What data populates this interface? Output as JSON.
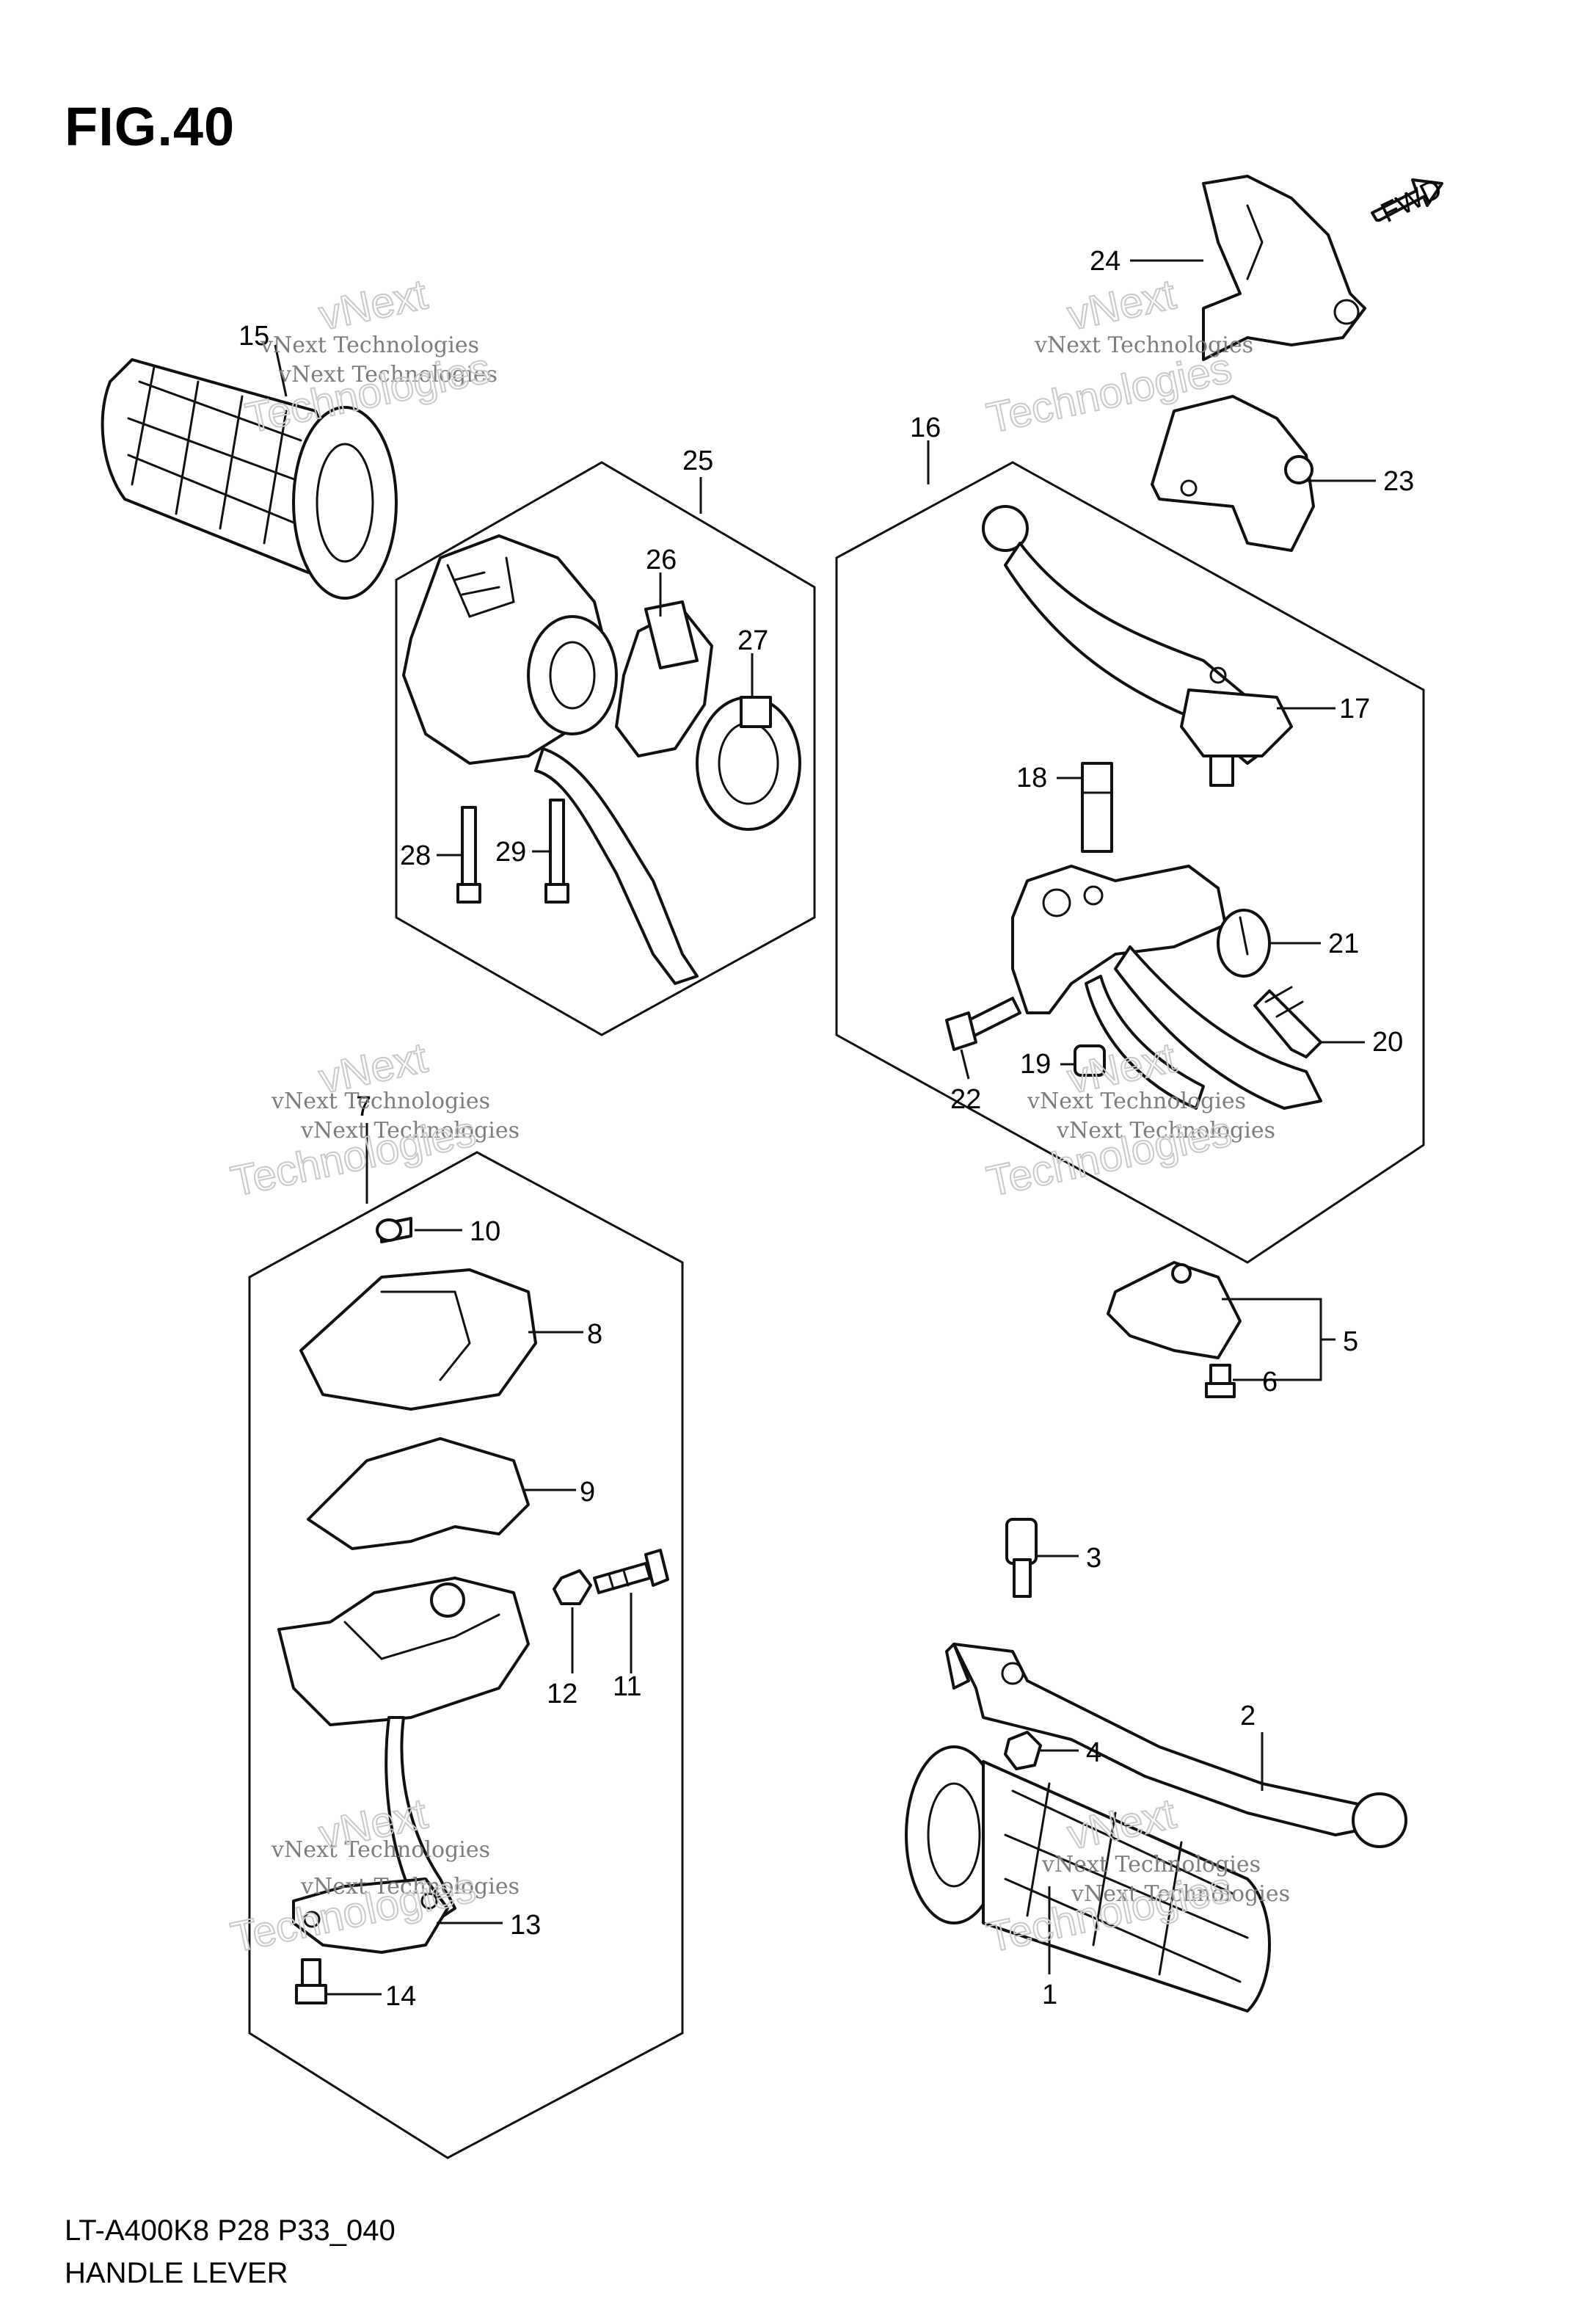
{
  "figure_title": "FIG.40",
  "fwd_label": "FWD",
  "watermark": {
    "small_text": "vNext Technologies",
    "large_text_line1": "vNext",
    "large_text_line2": "Technologies"
  },
  "callouts": [
    "1",
    "2",
    "3",
    "4",
    "5",
    "6",
    "7",
    "8",
    "9",
    "10",
    "11",
    "12",
    "13",
    "14",
    "15",
    "16",
    "17",
    "18",
    "19",
    "20",
    "21",
    "22",
    "23",
    "24",
    "25",
    "26",
    "27",
    "28",
    "29"
  ],
  "footer": {
    "model_code": "LT-A400K8 P28 P33_040",
    "assembly_name": "HANDLE LEVER"
  }
}
